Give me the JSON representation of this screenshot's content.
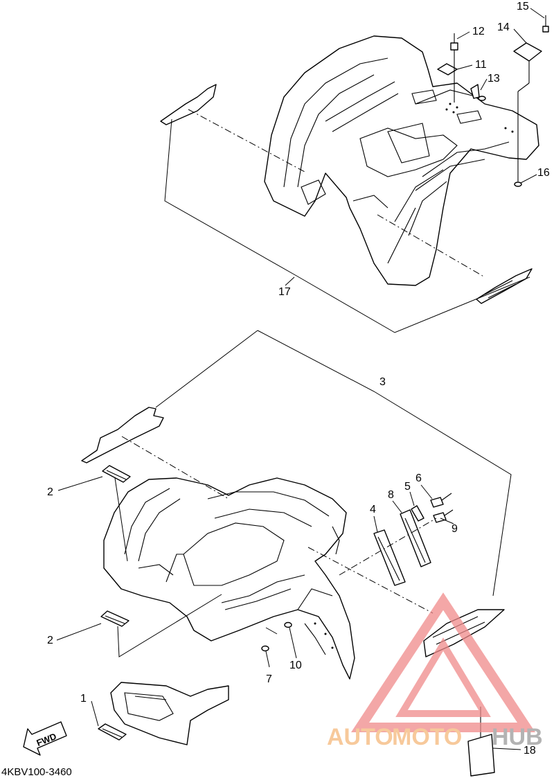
{
  "diagram": {
    "code": "4KBV100-3460",
    "fwd_label": "FWD",
    "callouts": {
      "c1": "1",
      "c2a": "2",
      "c2b": "2",
      "c3": "3",
      "c4": "4",
      "c5": "5",
      "c6": "6",
      "c7": "7",
      "c8": "8",
      "c9": "9",
      "c10": "10",
      "c11": "11",
      "c12": "12",
      "c13": "13",
      "c14": "14",
      "c15": "15",
      "c16": "16",
      "c17": "17",
      "c18": "18"
    }
  },
  "watermark": {
    "text_auto": "AUTO",
    "text_moto": "MOTO",
    "text_hub": "HUB",
    "color_auto": "#f5b87a",
    "color_moto": "#f5b87a",
    "color_hub": "#9a9a9a",
    "logo_color": "#f08a8a"
  }
}
